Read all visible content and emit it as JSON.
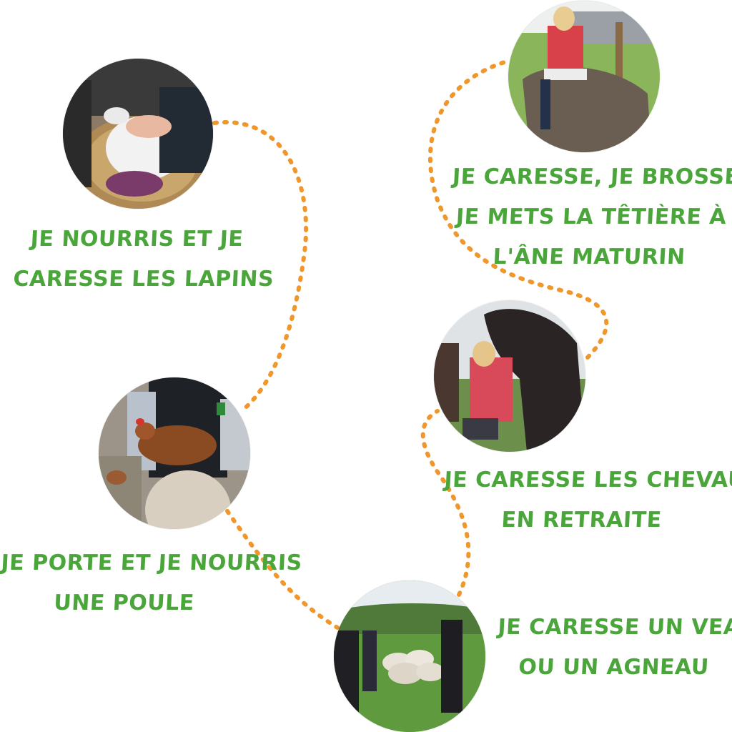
{
  "colors": {
    "caption": "#4aa63a",
    "path": "#f0962b",
    "background": "#ffffff"
  },
  "activities": [
    {
      "photo": "rabbit-photo",
      "lines": [
        "Je nourris et je",
        "caresse les lapins"
      ]
    },
    {
      "photo": "hen-photo",
      "lines": [
        "Je porte et je nourris",
        "une poule"
      ]
    },
    {
      "photo": "sheep-photo",
      "lines": [
        "Je caresse un veau",
        "ou un agneau"
      ]
    },
    {
      "photo": "horse-photo",
      "lines": [
        "Je caresse les chevaux",
        "en retraite"
      ]
    },
    {
      "photo": "donkey-photo",
      "lines": [
        "Je caresse, je brosse et",
        "je mets la têtière à",
        "l'âne Maturin"
      ]
    }
  ]
}
